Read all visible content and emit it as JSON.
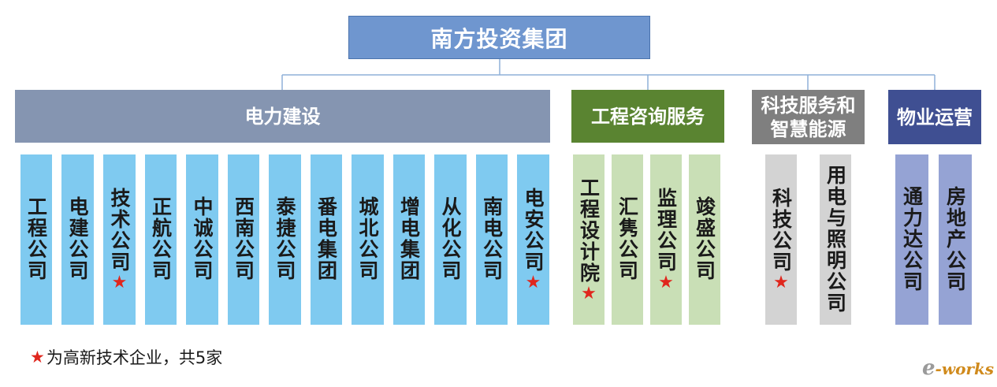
{
  "root": {
    "label": "南方投资集团"
  },
  "categories": [
    {
      "label": "电力建设",
      "color": "#8595b1",
      "companies": [
        {
          "name": "工程公司",
          "star": ""
        },
        {
          "name": "电建公司",
          "star": ""
        },
        {
          "name": "技术公司",
          "star": "★"
        },
        {
          "name": "正航公司",
          "star": ""
        },
        {
          "name": "中诚公司",
          "star": ""
        },
        {
          "name": "西南公司",
          "star": ""
        },
        {
          "name": "泰捷公司",
          "star": ""
        },
        {
          "name": "番电集团",
          "star": ""
        },
        {
          "name": "城北公司",
          "star": ""
        },
        {
          "name": "增电集团",
          "star": ""
        },
        {
          "name": "从化公司",
          "star": ""
        },
        {
          "name": "南电公司",
          "star": ""
        },
        {
          "name": "电安公司",
          "star": "★"
        }
      ]
    },
    {
      "label": "工程咨询服务",
      "color": "#5a8431",
      "companies": [
        {
          "name": "工程设计院",
          "star": "★"
        },
        {
          "name": "汇隽公司",
          "star": ""
        },
        {
          "name": "监理公司",
          "star": "★"
        },
        {
          "name": "竣盛公司",
          "star": ""
        }
      ]
    },
    {
      "label": "科技服务和\n智慧能源",
      "color": "#7f7f7f",
      "companies": [
        {
          "name": "科技公司",
          "star": "★"
        },
        {
          "name": "用电与照明公司",
          "star": ""
        }
      ]
    },
    {
      "label": "物业运营",
      "color": "#3f4f92",
      "companies": [
        {
          "name": "通力达公司",
          "star": ""
        },
        {
          "name": "房地产公司",
          "star": ""
        }
      ]
    }
  ],
  "note": {
    "star": "★",
    "text": "为高新技术企业，共5家"
  },
  "logo": {
    "e": "e",
    "rest": "-works"
  }
}
